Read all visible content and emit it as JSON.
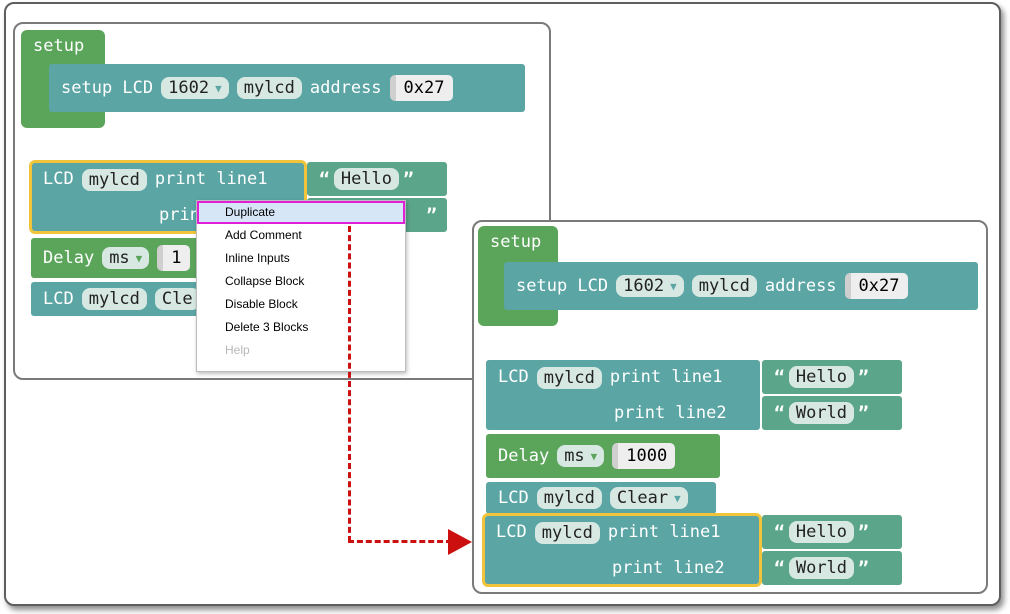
{
  "panel_left": {
    "setup": {
      "header": "setup",
      "setup_lcd": {
        "kw": "setup LCD",
        "model": "1602",
        "name": "mylcd",
        "addr_kw": "address",
        "address": "0x27"
      }
    },
    "print_block": {
      "lcd": "LCD",
      "name": "mylcd",
      "line1_kw": "print line1",
      "line1_text": "Hello",
      "line2_kw": "prin",
      "quote_l": "“",
      "quote_r": "”"
    },
    "delay_block": {
      "kw": "Delay",
      "unit": "ms",
      "value": "1"
    },
    "clear_block": {
      "lcd": "LCD",
      "name": "mylcd",
      "action": "Cle"
    }
  },
  "context_menu": {
    "items": [
      "Duplicate",
      "Add Comment",
      "Inline Inputs",
      "Collapse Block",
      "Disable Block",
      "Delete 3 Blocks",
      "Help"
    ]
  },
  "panel_right": {
    "setup": {
      "header": "setup",
      "setup_lcd": {
        "kw": "setup LCD",
        "model": "1602",
        "name": "mylcd",
        "addr_kw": "address",
        "address": "0x27"
      }
    },
    "print_block_1": {
      "lcd": "LCD",
      "name": "mylcd",
      "line1_kw": "print line1",
      "line1_text": "Hello",
      "line2_kw": "print line2",
      "line2_text": "World",
      "quote_l": "“",
      "quote_r": "”"
    },
    "delay_block": {
      "kw": "Delay",
      "unit": "ms",
      "value": "1000"
    },
    "clear_block": {
      "lcd": "LCD",
      "name": "mylcd",
      "action": "Clear"
    },
    "print_block_2": {
      "lcd": "LCD",
      "name": "mylcd",
      "line1_kw": "print line1",
      "line1_text": "Hello",
      "line2_kw": "print line2",
      "line2_text": "World",
      "quote_l": "“",
      "quote_r": "”"
    }
  },
  "colors": {
    "loop_green": "#5ba55b",
    "display_teal": "#5ba5a5",
    "selection": "#f2c43b",
    "menu_highlight": "#e020d8",
    "arrow": "#cc1010"
  }
}
